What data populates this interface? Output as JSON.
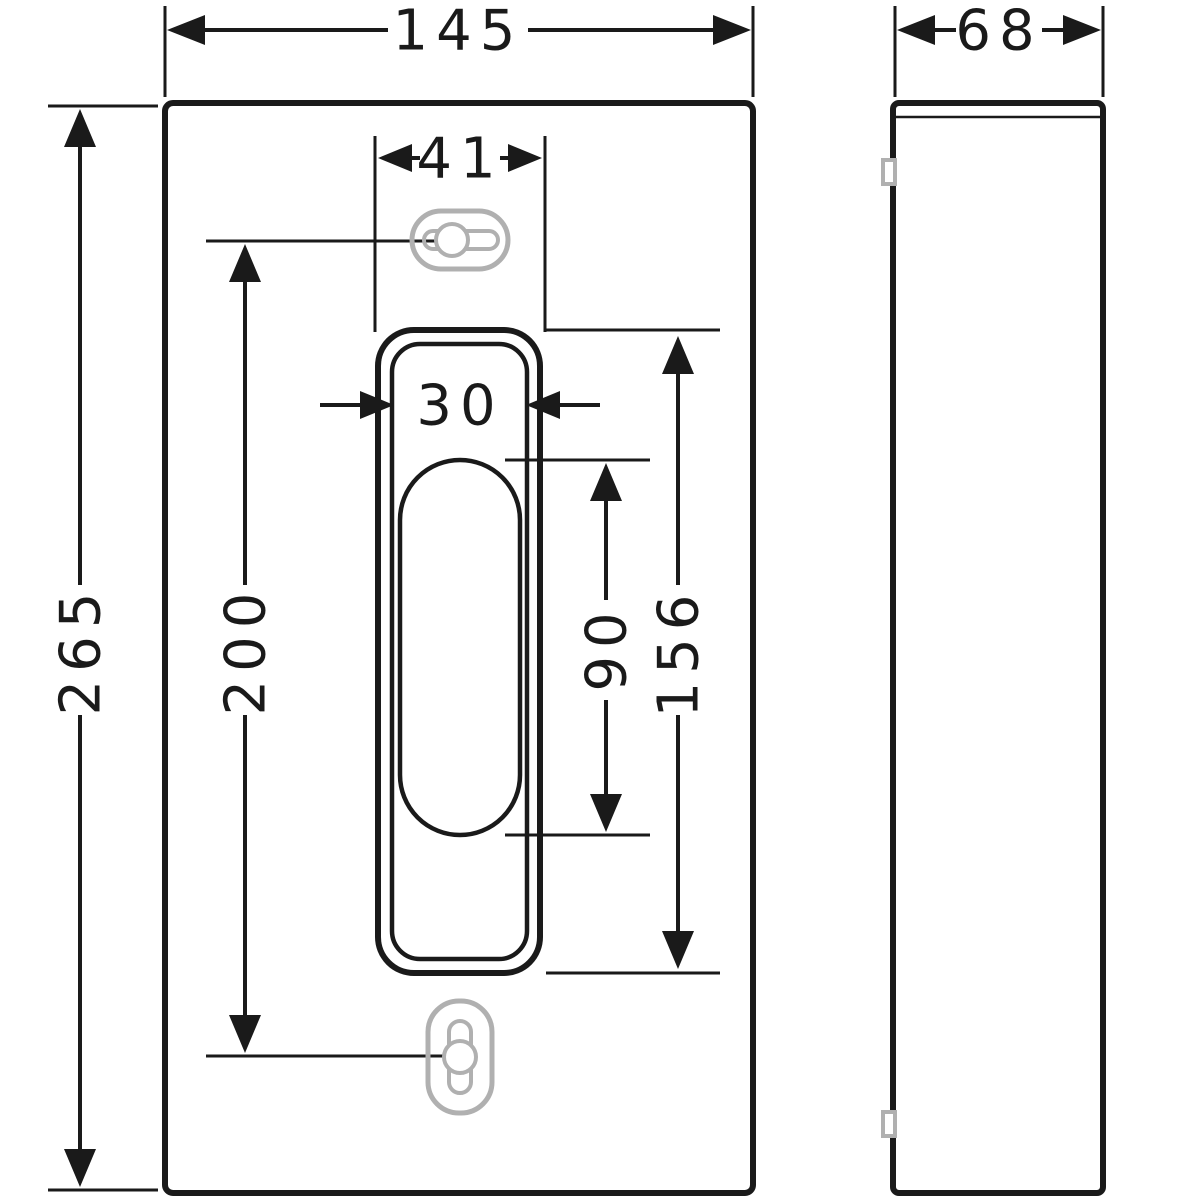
{
  "colors": {
    "line": "#1a1a1a",
    "gray": "#b0b0b0",
    "background": "#ffffff"
  },
  "dimensions": {
    "overall_width": "145",
    "depth": "68",
    "overall_height": "265",
    "hole_spacing": "200",
    "cutout_width": "41",
    "inner_width": "30",
    "opening_height": "90",
    "cutout_height": "156"
  }
}
